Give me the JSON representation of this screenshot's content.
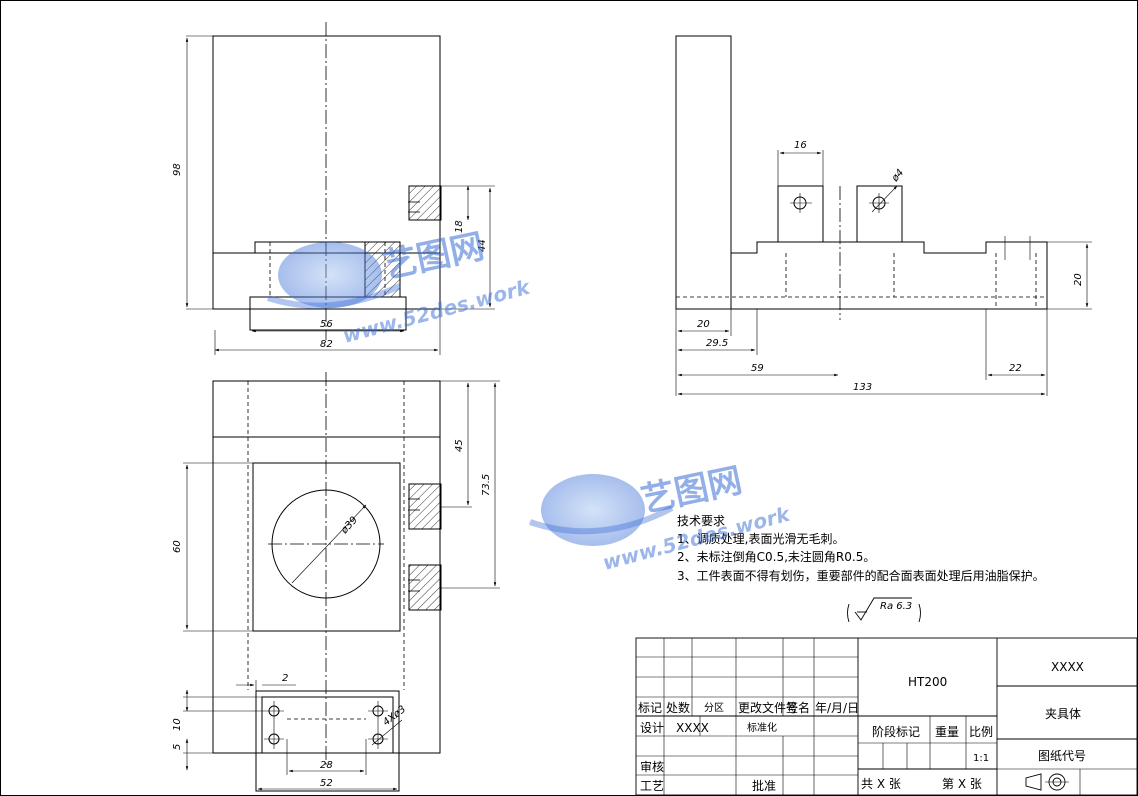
{
  "dimensions": {
    "front_height": "98",
    "front_18": "18",
    "front_44": "44",
    "front_56": "56",
    "front_82": "82",
    "side_16": "16",
    "side_phi4": "ø4",
    "side_20v": "20",
    "side_20h": "20",
    "side_29_5": "29.5",
    "side_59": "59",
    "side_133": "133",
    "side_22": "22",
    "top_45": "45",
    "top_73_5": "73.5",
    "top_60": "60",
    "top_phi39": "ø39",
    "top_2": "2",
    "top_10": "10",
    "top_5": "5",
    "top_28": "28",
    "top_52": "52",
    "top_holes": "4Xø3"
  },
  "tech_requirements": {
    "title": "技术要求",
    "line1": "1、调质处理,表面光滑无毛刺。",
    "line2": "2、未标注倒角C0.5,未注圆角R0.5。",
    "line3": "3、工件表面不得有划伤，重要部件的配合面表面处理后用油脂保护。"
  },
  "roughness": {
    "value": "Ra 6.3"
  },
  "title_block": {
    "mark": "标记",
    "count": "处数",
    "zone": "分区",
    "change_doc": "更改文件号",
    "sign": "签名",
    "date": "年/月/日",
    "designer": "设计",
    "designer_value": "XXXX",
    "standardize": "标准化",
    "review": "审核",
    "process": "工艺",
    "approve": "批准",
    "material": "HT200",
    "stage_mark": "阶段标记",
    "weight": "重量",
    "scale": "比例",
    "scale_value": "1:1",
    "total_sheets": "共 X 张",
    "sheet_no": "第 X 张",
    "company": "XXXX",
    "part_name": "夹具体",
    "drawing_no": "图纸代号"
  },
  "watermark": {
    "brand": "艺图网",
    "url": "www.52des.work"
  }
}
